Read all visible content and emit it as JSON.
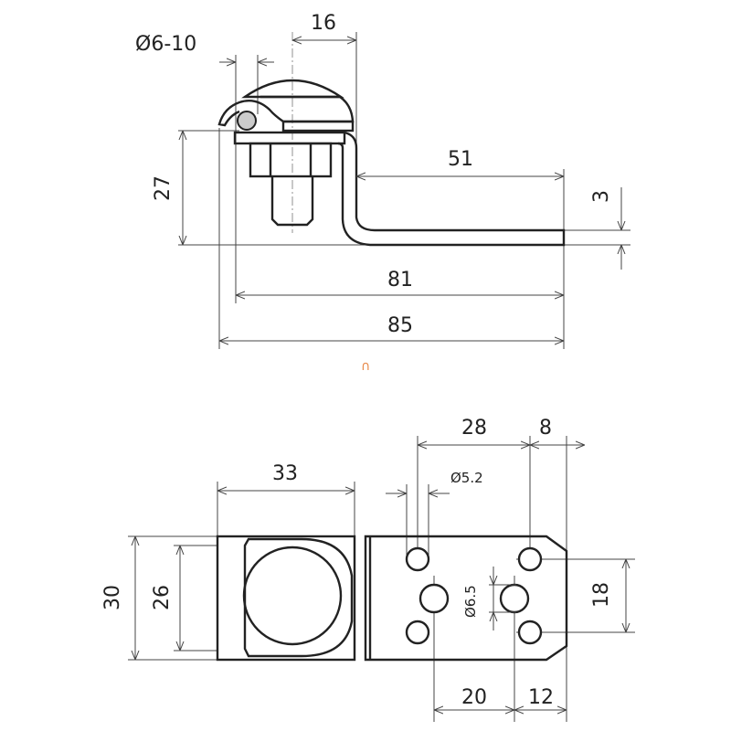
{
  "side_view": {
    "cable_diameter": "Ø6-10",
    "bolt_offset": "16",
    "height": "27",
    "arm_length": "51",
    "thickness": "3",
    "inner_length": "81",
    "overall_length": "85"
  },
  "top_view": {
    "clamp_width": "33",
    "hole_spacing": "28",
    "edge_offset": "8",
    "small_hole": "Ø5.2",
    "overall_width": "30",
    "clamp_height": "26",
    "large_hole": "Ø6.5",
    "hole_vertical_spacing": "18",
    "large_hole_spacing": "20",
    "end_offset": "12"
  },
  "center_mark": "∩",
  "colors": {
    "line": "#222222",
    "cable": "#cccccc",
    "mark": "#e88a4a"
  }
}
